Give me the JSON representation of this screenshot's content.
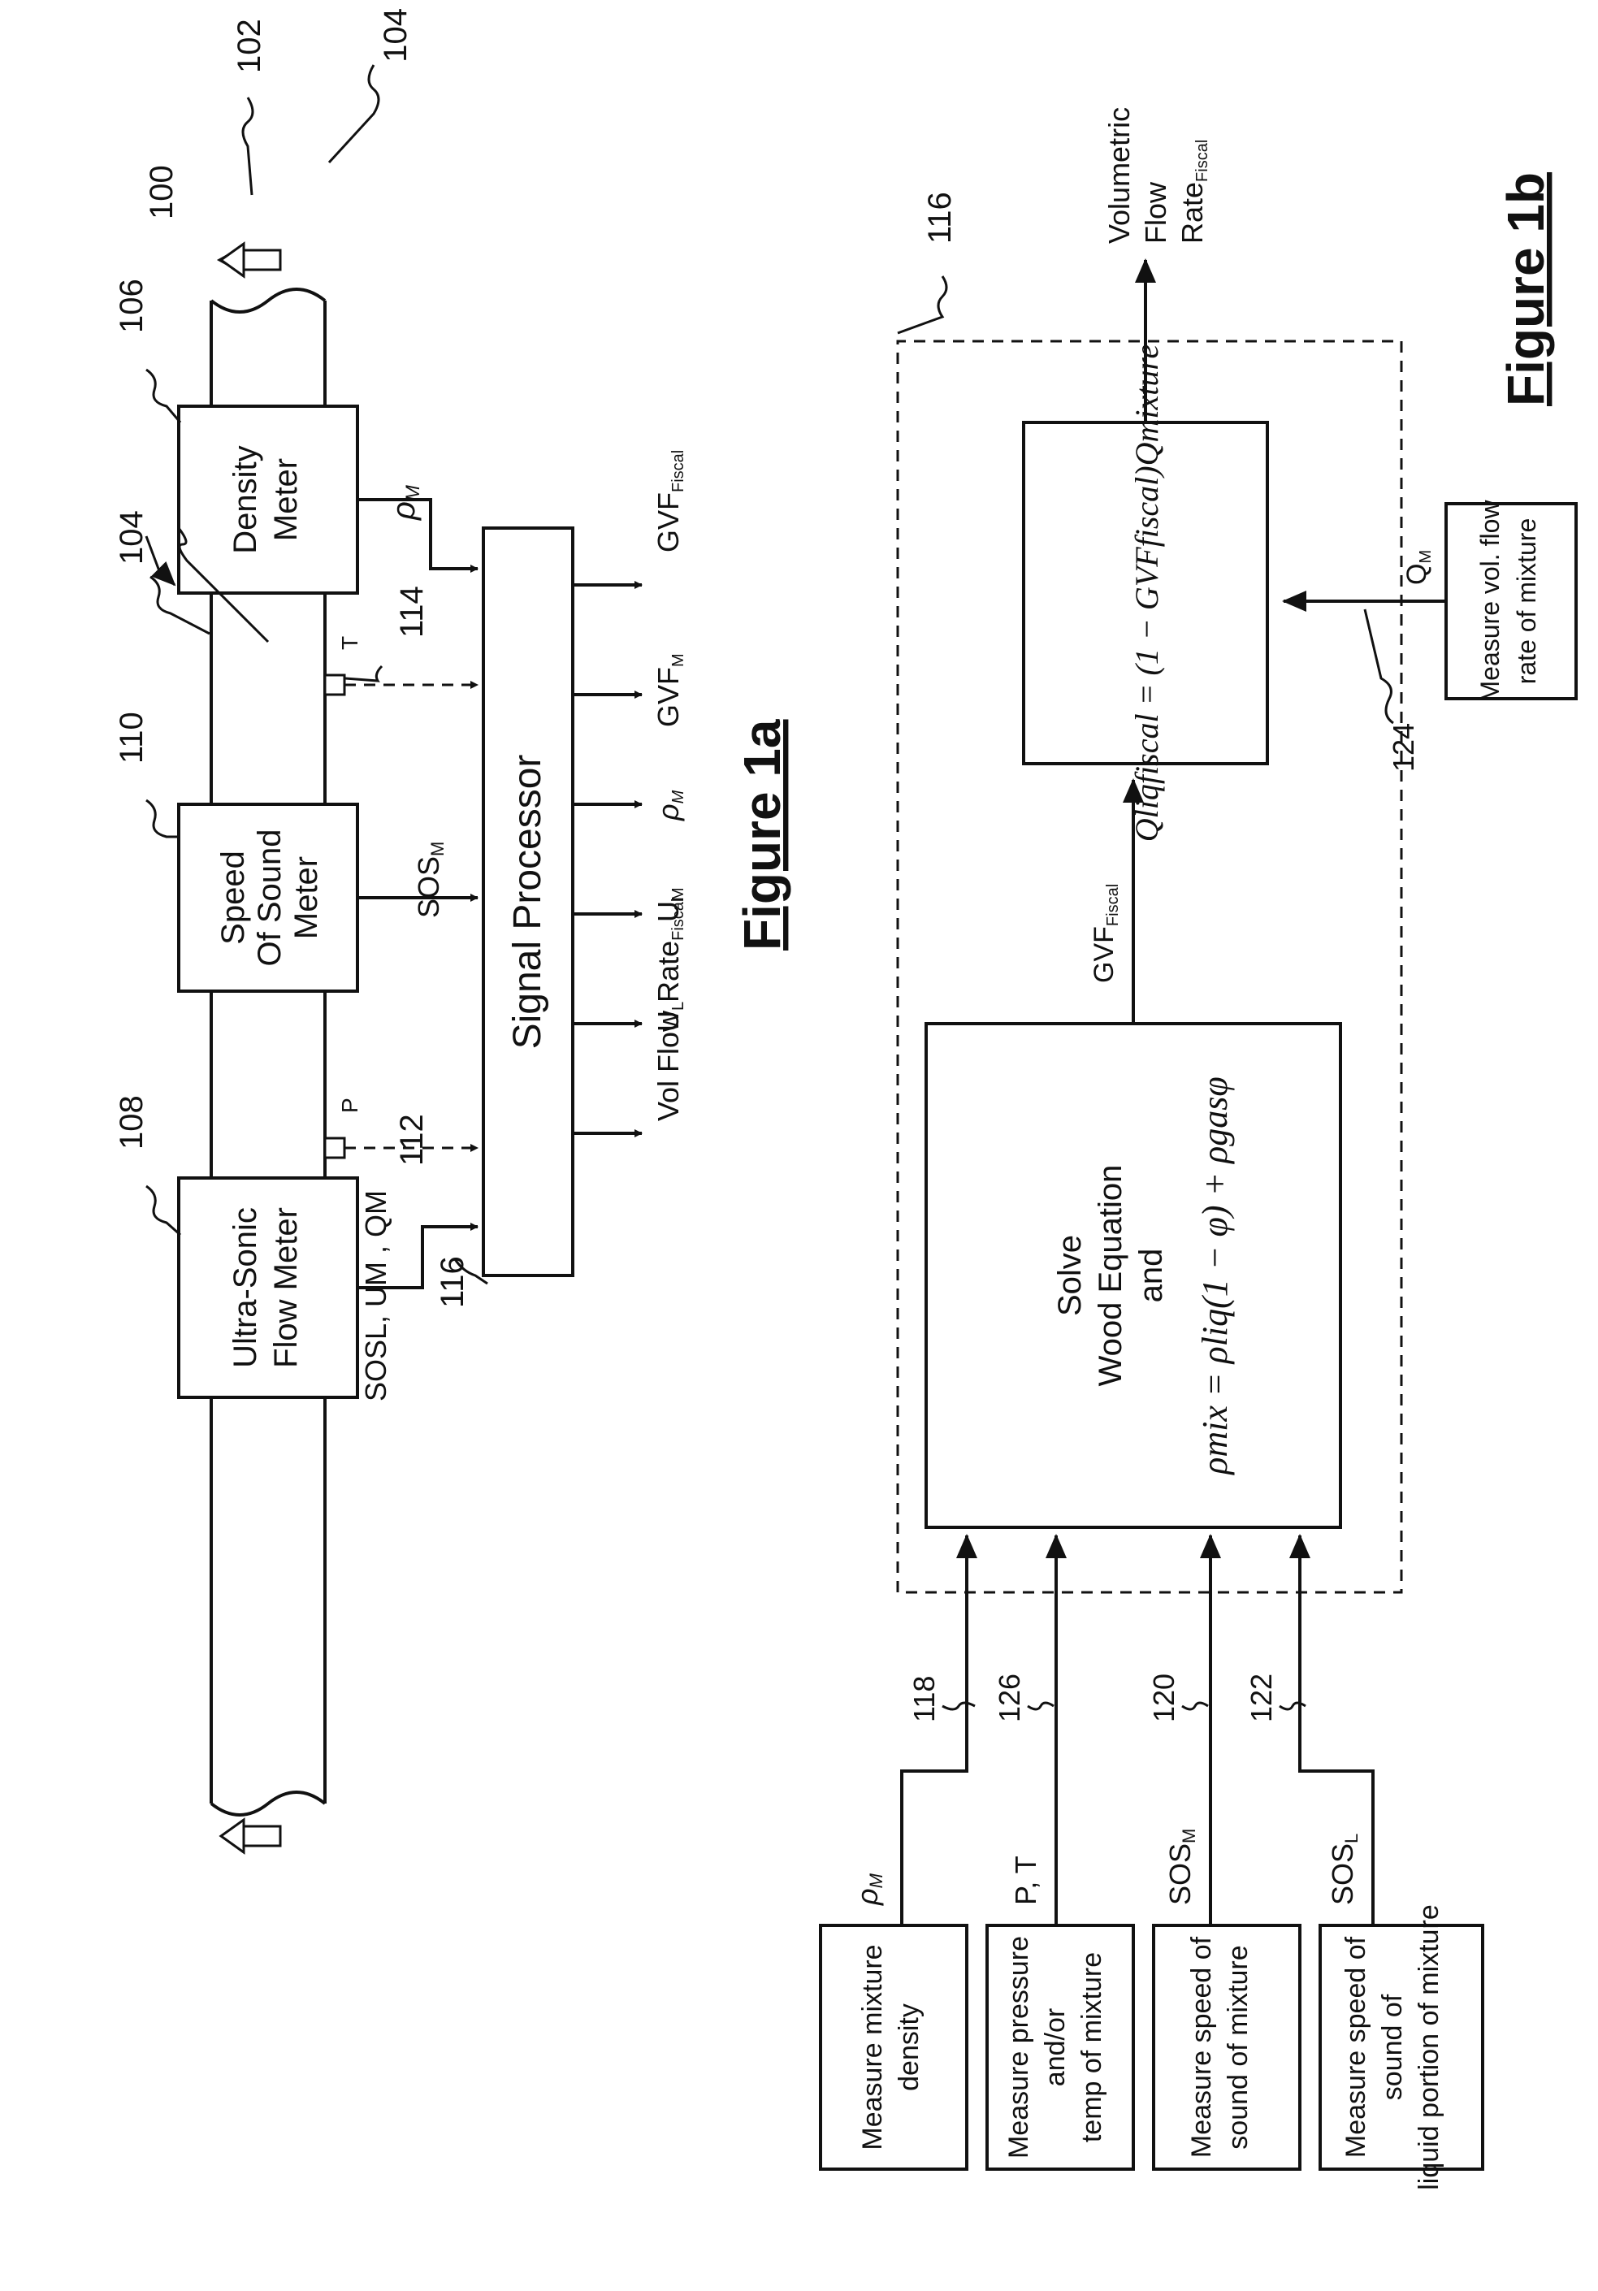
{
  "figure_1a": {
    "title": "Figure 1a",
    "refs": {
      "system": "100",
      "flow_in": "102",
      "pipe_left": "104",
      "pipe_mid": "104",
      "density_meter": "106",
      "ultrasonic_meter": "108",
      "sos_meter": "110",
      "pressure_sensor": "112",
      "temp_sensor": "114",
      "processor": "116"
    },
    "density_meter": "Density Meter",
    "sos_meter": "Speed Of Sound Meter",
    "ultrasonic_meter": "Ultra-Sonic Flow Meter",
    "pressure_label": "P",
    "temp_label": "T",
    "signal_processor": "Signal Processor",
    "density_signal": "ρ",
    "density_signal_sub": "M",
    "sos_signal": "SOS",
    "sos_signal_sub": "M",
    "ultrasonic_outputs": "SOSL, UM , QM",
    "outputs": [
      {
        "base": "GVF",
        "sub": "Fiscal"
      },
      {
        "base": "GVF",
        "sub": "M"
      },
      {
        "base": "ρ",
        "sub": "M"
      },
      {
        "base": "U",
        "sub": "M"
      },
      {
        "base": "U",
        "sub": "L"
      },
      {
        "base": "Vol Flow Rate",
        "sub": "Fiscal"
      }
    ]
  },
  "figure_1b": {
    "title": "Figure 1b",
    "block_ref": "116",
    "inputs": [
      {
        "label": "Measure mixture density",
        "signal": "ρ",
        "signal_sub": "M",
        "ref": "118"
      },
      {
        "label": "Measure pressure and/or temp of mixture",
        "signal": "P, T",
        "signal_sub": "",
        "ref": "126"
      },
      {
        "label": "Measure speed of sound of mixture",
        "signal": "SOS",
        "signal_sub": "M",
        "ref": "120"
      },
      {
        "label": "Measure speed of sound of liquid portion of mixture",
        "signal": "SOS",
        "signal_sub": "L",
        "ref": "122"
      }
    ],
    "solve_block": {
      "line1": "Solve",
      "line2": "Wood Equation",
      "line3": "and",
      "equation": "ρmix = ρliq(1 − φ) + ρgasφ"
    },
    "gvf_signal": "GVF",
    "gvf_signal_sub": "Fiscal",
    "q_block_equation": "Qliqfiscal = (1 − GVFfiscal)Qmixture",
    "mixture_flow_block": "Measure vol. flow rate of mixture",
    "mixture_flow_signal": "Q",
    "mixture_flow_signal_sub": "M",
    "mixture_flow_ref": "124",
    "output_label": "Volumetric Flow Rate",
    "output_sub": "Fiscal"
  }
}
